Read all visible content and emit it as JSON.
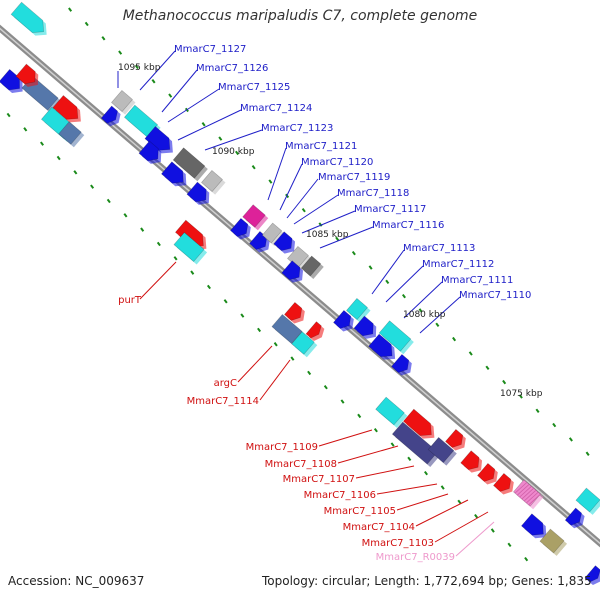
{
  "title": "Methanococcus maripaludis C7, complete genome",
  "footer": {
    "accession": "Accession: NC_009637",
    "summary": "Topology: circular; Length: 1,772,694 bp; Genes: 1,835"
  },
  "colors": {
    "backbone": "#8c8c8c",
    "tick": "#1a8a1a",
    "blue_label": "#2020c8",
    "red_label": "#d01010",
    "pink_label": "#ee99cc",
    "feature_blue": "#1010e0",
    "feature_red": "#ee1111",
    "feature_cyan": "#22dddd",
    "feature_steel": "#5577aa",
    "feature_grey": "#666666",
    "feature_lightgrey": "#bbbbbb",
    "feature_slate": "#44448a",
    "feature_magenta": "#dd2299",
    "feature_olive": "#aaa066",
    "feature_pink": "#ee88cc"
  },
  "scale_labels": [
    "1095 kbp",
    "1090 kbp",
    "1085 kbp",
    "1080 kbp",
    "1075 kbp"
  ],
  "top_gene_labels": [
    "MmarC7_1127",
    "MmarC7_1126",
    "MmarC7_1125",
    "MmarC7_1124",
    "MmarC7_1123",
    "MmarC7_1121",
    "MmarC7_1120",
    "MmarC7_1119",
    "MmarC7_1118",
    "MmarC7_1117",
    "MmarC7_1116",
    "MmarC7_1113",
    "MmarC7_1112",
    "MmarC7_1111",
    "MmarC7_1110"
  ],
  "bottom_gene_labels": [
    "purT",
    "argC",
    "MmarC7_1114",
    "MmarC7_1109",
    "MmarC7_1108",
    "MmarC7_1107",
    "MmarC7_1106",
    "MmarC7_1105",
    "MmarC7_1104",
    "MmarC7_1103"
  ],
  "rna_gene_label": "MmarC7_R0039"
}
